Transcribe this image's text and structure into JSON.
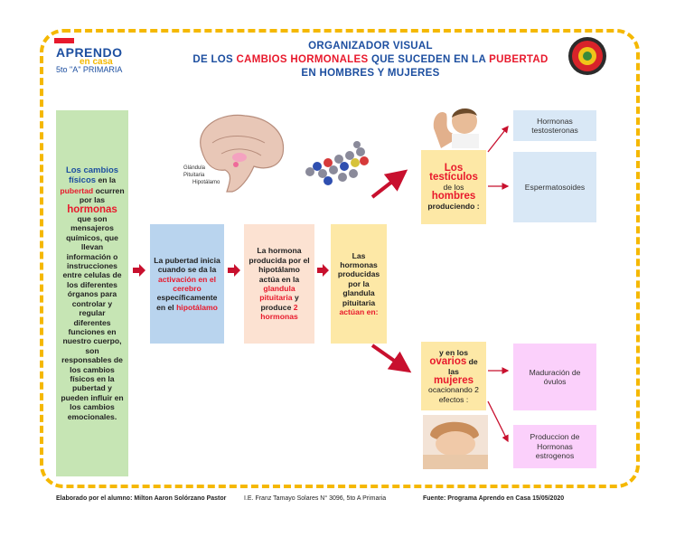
{
  "header": {
    "title_line1": "ORGANIZADOR VISUAL",
    "title_line2_a": "DE LOS ",
    "title_line2_b": "CAMBIOS HORMONALES",
    "title_line2_c": " QUE SUCEDEN EN LA ",
    "title_line2_d": "PUBERTAD",
    "title_line3": "EN HOMBRES Y MUJERES"
  },
  "logo": {
    "line1": "APRENDO",
    "line2": "en casa",
    "line3": "5to \"A\" PRIMARIA"
  },
  "brain_labels": {
    "gland": "Glándula",
    "pituitary": "Pituitaria",
    "hypothalamus": "Hipotálamo"
  },
  "intro": {
    "a": "Los cambios",
    "b": "físicos",
    "c": " en la",
    "d": "pubertad",
    "e": " ocurren por las",
    "f": "hormonas",
    "g": " que son mensajeros químicos, que llevan información o instrucciones entre celulas de los diferentes órganos  para controlar y regular diferentes funciones en nuestro cuerpo, son responsables de los cambios físicos en la pubertad y pueden influir en los cambios emocionales."
  },
  "step1": {
    "a": "La pubertad inicia cuando se da la ",
    "b": "activación en el cerebro",
    "c": " específicamente en el  ",
    "d": "hipotálamo"
  },
  "step2": {
    "a": "La hormona producida por el hipotálamo actúa en la ",
    "b": "glandula pituitaria",
    "c": " y produce ",
    "d": "2 hormonas"
  },
  "step3": {
    "a": "Las hormonas producidas por la glandula pituitaria ",
    "b": "actúan en:"
  },
  "male": {
    "a": "Los testículos",
    "b": "de los",
    "c": "hombres",
    "d": "produciendo :"
  },
  "female": {
    "a": "y en los",
    "b": "ovarios",
    "c": " de las",
    "d": "mujeres",
    "e": "ocacionando 2 efectos :"
  },
  "results": {
    "testosterone": "Hormonas testosteronas",
    "sperm": "Espermatosoides",
    "ovule": "Maduración de óvulos",
    "estrogen": "Produccion de Hormonas estrogenos"
  },
  "footer": {
    "author": "Elaborado por el alumno: Milton Aaron Solórzano Pastor",
    "school": "I.E. Franz Tamayo Solares N° 3096, 5to A Primaria",
    "source": "Fuente: Programa Aprendo en Casa 15/05/2020"
  },
  "colors": {
    "frame": "#f5b800",
    "title_blue": "#1d4fa0",
    "highlight_red": "#e8192c",
    "arrow": "#c8102e"
  }
}
